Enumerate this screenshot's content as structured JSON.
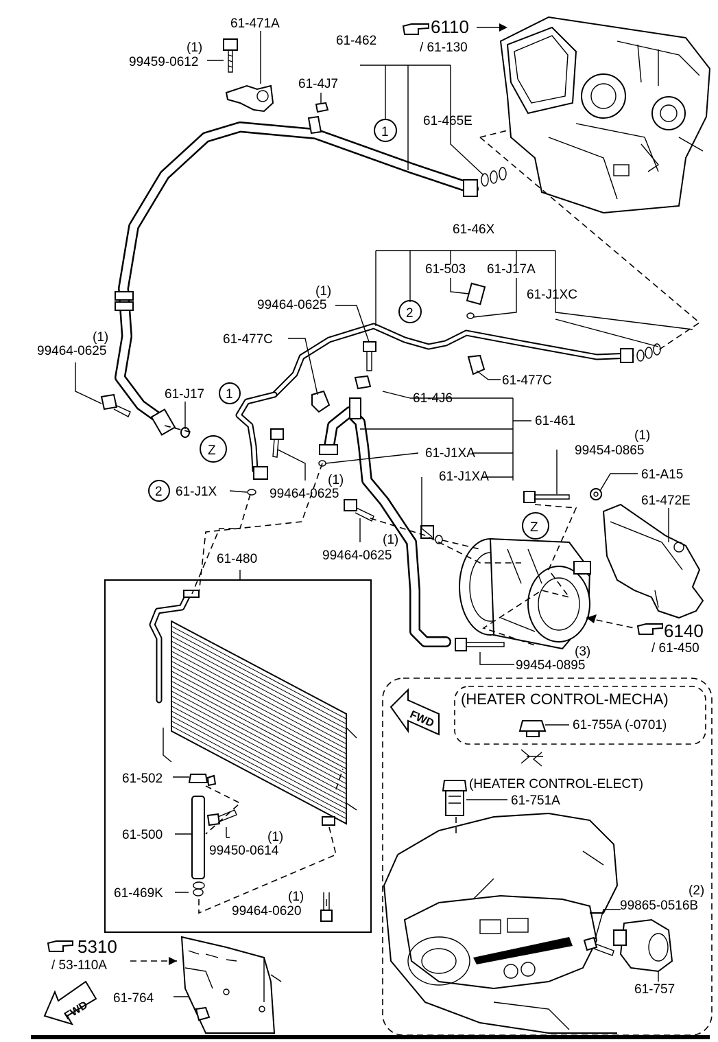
{
  "diagram": {
    "parts": {
      "p61_471A": "61-471A",
      "p99459_0612": "99459-0612",
      "p99459_0612_qty": "(1)",
      "p61_462": "61-462",
      "p61_4J7": "61-4J7",
      "p61_465E": "61-465E",
      "p61_46X": "61-46X",
      "p61_503": "61-503",
      "p61_J17A": "61-J17A",
      "p61_J1XC": "61-J1XC",
      "p99464_0625_a": "99464-0625",
      "p99464_0625_a_qty": "(1)",
      "p61_477C_a": "61-477C",
      "p61_477C_b": "61-477C",
      "p99464_0625_b": "99464-0625",
      "p99464_0625_b_qty": "(1)",
      "p61_J17": "61-J17",
      "p61_4J6": "61-4J6",
      "p61_461": "61-461",
      "p61_J1XA_a": "61-J1XA",
      "p61_J1XA_b": "61-J1XA",
      "p99454_0865": "99454-0865",
      "p99454_0865_qty": "(1)",
      "p61_A15": "61-A15",
      "p61_472E": "61-472E",
      "p61_J1X": "61-J1X",
      "p99464_0625_c": "99464-0625",
      "p99464_0625_c_qty": "(1)",
      "p99464_0625_d": "99464-0625",
      "p99464_0625_d_qty": "(1)",
      "p61_480": "61-480",
      "p99454_0895": "99454-0895",
      "p99454_0895_qty": "(3)",
      "p61_502": "61-502",
      "p61_500": "61-500",
      "p99450_0614": "99450-0614",
      "p99450_0614_qty": "(1)",
      "p61_469K": "61-469K",
      "p99464_0620": "99464-0620",
      "p99464_0620_qty": "(1)",
      "p61_764": "61-764",
      "p61_755A": "61-755A (-0701)",
      "p61_751A": "61-751A",
      "p99865_0516B": "99865-0516B",
      "p99865_0516B_qty": "(2)",
      "p61_757": "61-757"
    },
    "refs": {
      "r6110": "6110",
      "r6110_sub": "/ 61-130",
      "r6140": "6140",
      "r6140_sub": "/ 61-450",
      "r5310": "5310",
      "r5310_sub": "/ 53-110A"
    },
    "markers": {
      "m1_top": "1",
      "m1_mid": "1",
      "m2_top": "2",
      "m2_bot": "2",
      "z_left": "Z",
      "z_right": "Z"
    },
    "fwd_top": "FWD",
    "fwd_bottom": "FWD",
    "heater_mecha": "(HEATER CONTROL-MECHA)",
    "heater_elect": "(HEATER CONTROL-ELECT)"
  }
}
